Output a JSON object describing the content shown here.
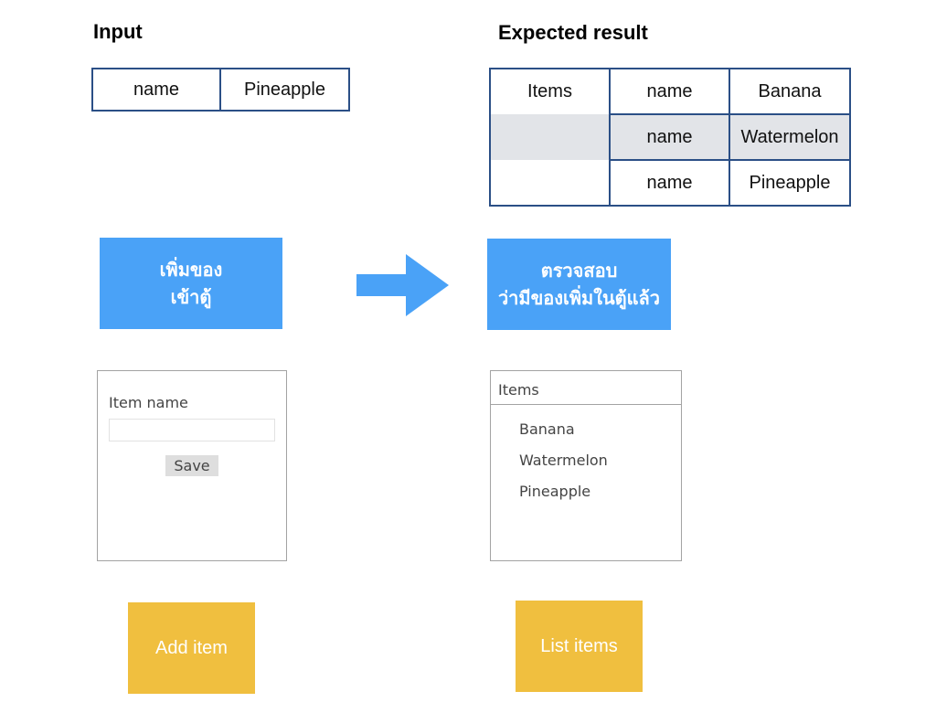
{
  "input": {
    "heading": "Input",
    "row": {
      "key": "name",
      "value": "Pineapple"
    }
  },
  "expected": {
    "heading": "Expected result",
    "items_label": "Items",
    "rows": [
      {
        "key": "name",
        "value": "Banana"
      },
      {
        "key": "name",
        "value": "Watermelon"
      },
      {
        "key": "name",
        "value": "Pineapple"
      }
    ]
  },
  "steps": {
    "add": {
      "line1": "เพิ่มของ",
      "line2": "เข้าตู้"
    },
    "check": {
      "line1": "ตรวจสอบ",
      "line2": "ว่ามีของเพิ่มในตู้แล้ว"
    }
  },
  "add_form": {
    "label": "Item name",
    "value": "",
    "save_label": "Save"
  },
  "list_view": {
    "header": "Items",
    "items": [
      "Banana",
      "Watermelon",
      "Pineapple"
    ]
  },
  "pages": {
    "add": "Add item",
    "list": "List items"
  },
  "colors": {
    "step_box": "#4aa2f7",
    "page_box": "#f0bf3f",
    "table_border": "#2b4f86",
    "arrow": "#4aa2f7",
    "row_shade": "#e2e4e8"
  },
  "icons": {
    "arrow": "arrow-right-icon"
  }
}
